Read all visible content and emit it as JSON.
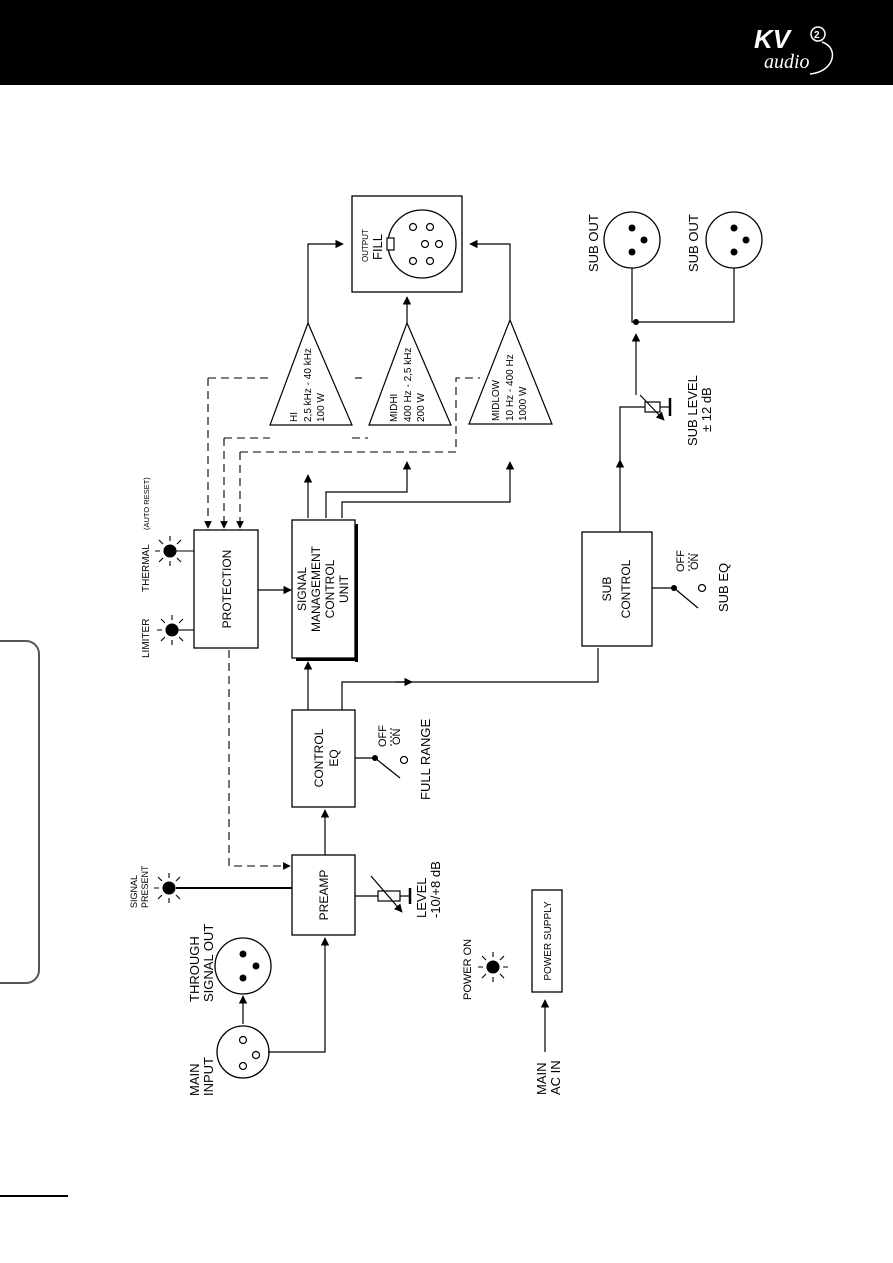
{
  "brand": {
    "logo_main": "KV",
    "logo_script": "audio",
    "logo_badge": "2"
  },
  "blocks": {
    "preamp": "PREAMP",
    "control_eq": [
      "CONTROL",
      "EQ"
    ],
    "protection": "PROTECTION",
    "smcu": [
      "SIGNAL",
      "MANAGEMENT",
      "CONTROL",
      "UNIT"
    ],
    "sub_control": [
      "SUB",
      "CONTROL"
    ],
    "power_supply": "POWER SUPPLY"
  },
  "amplifiers": [
    {
      "lines": [
        "HI",
        "2,5 kHz - 40 kHz",
        "100 W"
      ]
    },
    {
      "lines": [
        "MIDHI",
        "400 Hz - 2,5 kHz",
        "200 W"
      ]
    },
    {
      "lines": [
        "MIDLOW",
        "10 Hz - 400 Hz",
        "1000 W"
      ]
    }
  ],
  "output": {
    "label_small": "OUTPUT",
    "label_large": "FILL"
  },
  "connectors": {
    "main_input": [
      "MAIN",
      "INPUT"
    ],
    "through": [
      "THROUGH",
      "SIGNAL OUT"
    ],
    "sub_out_1": "SUB OUT",
    "sub_out_2": "SUB OUT",
    "main_ac": [
      "MAIN",
      "AC IN"
    ]
  },
  "indicators": {
    "signal_present": [
      "SIGNAL",
      "PRESENT"
    ],
    "limiter": "LIMITER",
    "thermal": "THERMAL",
    "thermal_note": "(AUTO RESET)",
    "power_on": "POWER ON"
  },
  "controls": {
    "level": [
      "LEVEL",
      "-10/+8 dB"
    ],
    "full_range": "FULL RANGE",
    "full_range_off": "OFF",
    "full_range_on": "ON",
    "sub_level": [
      "SUB LEVEL",
      "± 12 dB"
    ],
    "sub_eq": "SUB EQ",
    "sub_eq_off": "OFF",
    "sub_eq_on": "ON"
  }
}
